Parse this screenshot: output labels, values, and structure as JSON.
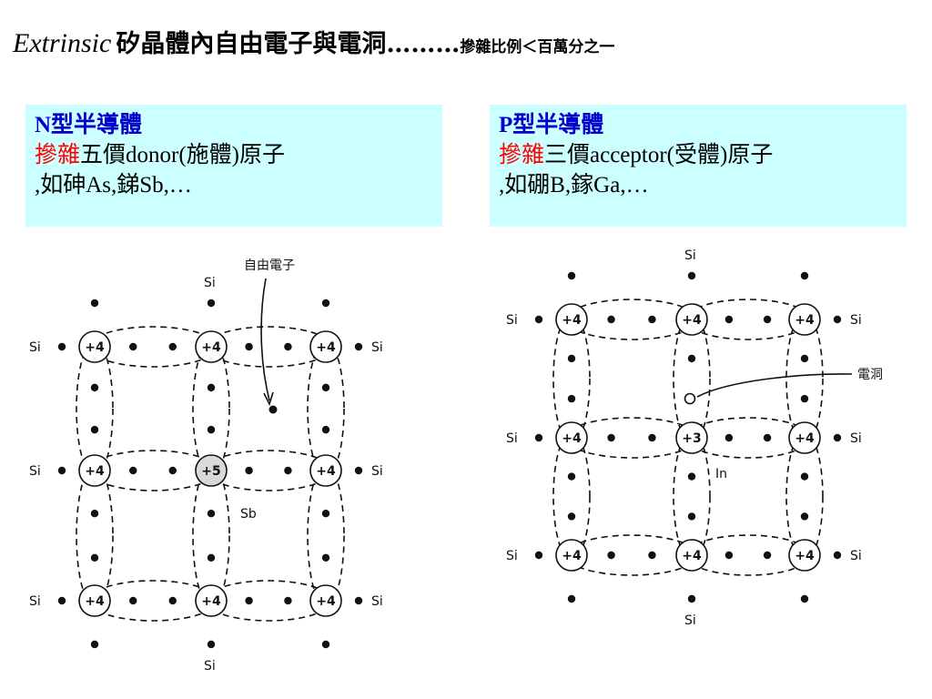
{
  "title": {
    "prefix": "Extrinsic",
    "main": "矽晶體內自由電子與電洞………",
    "note": "摻雜比例＜百萬分之一"
  },
  "n_type": {
    "heading": "N型半導體",
    "line1_red": "摻雜",
    "line1_rest": "五價donor(施體)原子",
    "line2": ",如砷As,銻Sb,…",
    "diagram": {
      "free_electron_label": "自由電子",
      "si_label": "Si",
      "core_charge": "+4",
      "dopant_charge": "+5",
      "dopant_label": "Sb"
    }
  },
  "p_type": {
    "heading": "P型半導體",
    "line1_red": "摻雜",
    "line1_rest": "三價acceptor(受體)原子",
    "line2": ",如硼B,鎵Ga,…",
    "diagram": {
      "hole_label": "電洞",
      "si_label": "Si",
      "core_charge": "+4",
      "dopant_charge": "+3",
      "dopant_label": "In"
    }
  }
}
